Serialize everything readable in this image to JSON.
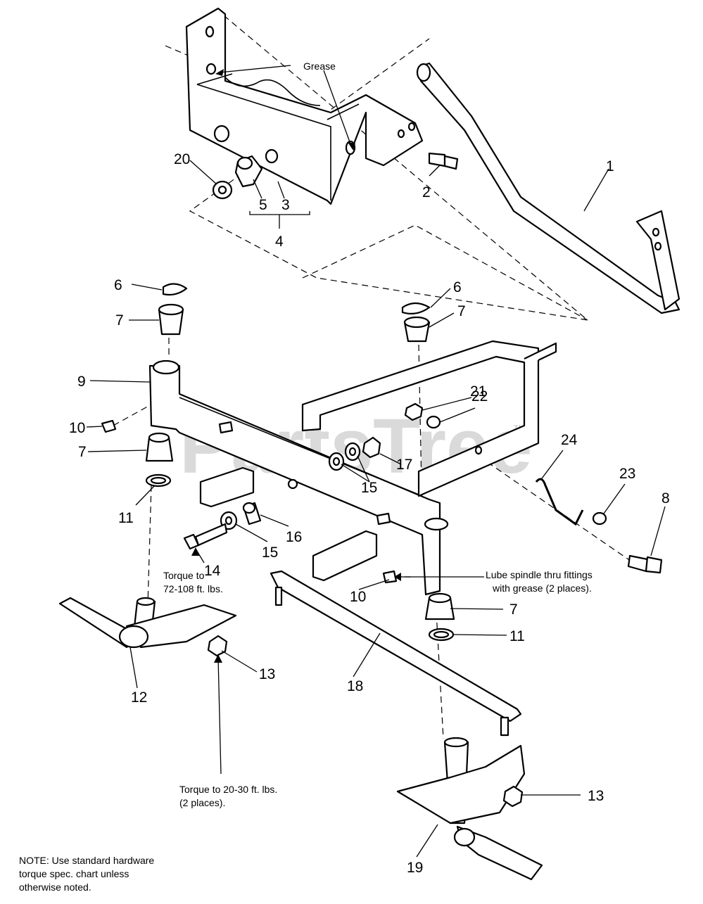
{
  "watermark": "PartsTree",
  "trademark": "TM",
  "callouts": {
    "c1": "1",
    "c2": "2",
    "c3": "3",
    "c4": "4",
    "c5": "5",
    "c6a": "6",
    "c6b": "6",
    "c7a": "7",
    "c7b": "7",
    "c7c": "7",
    "c7d": "7",
    "c8": "8",
    "c9": "9",
    "c10a": "10",
    "c10b": "10",
    "c11a": "11",
    "c11b": "11",
    "c12": "12",
    "c13a": "13",
    "c13b": "13",
    "c14": "14",
    "c15a": "15",
    "c15b": "15",
    "c16": "16",
    "c17": "17",
    "c18": "18",
    "c19": "19",
    "c20": "20",
    "c21": "21",
    "c22": "22",
    "c23": "23",
    "c24": "24"
  },
  "annotations": {
    "grease": "Grease",
    "torque_bolt_1": "Torque to",
    "torque_bolt_2": "72-108 ft. lbs.",
    "lube_1": "Lube spindle thru fittings",
    "lube_2": "with grease (2 places).",
    "torque_nut_1": "Torque to 20-30 ft. lbs.",
    "torque_nut_2": "(2 places).",
    "note_1": "NOTE: Use standard hardware",
    "note_2": "torque spec. chart unless",
    "note_3": "otherwise noted."
  }
}
